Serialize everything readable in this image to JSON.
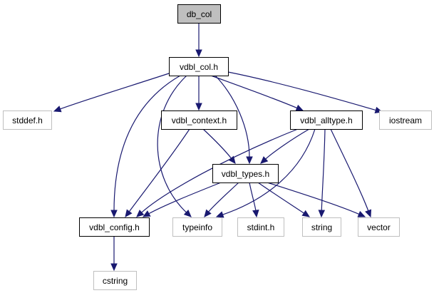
{
  "colors": {
    "edge": "#191970",
    "focus_fill": "#bfbfbf",
    "focus_border": "#000000",
    "project_border": "#000000",
    "external_border": "#bfbfbf",
    "node_fill": "#ffffff"
  },
  "nodes": [
    {
      "id": "db_col",
      "label": "db_col",
      "kind": "focus"
    },
    {
      "id": "vdbl_col_h",
      "label": "vdbl_col.h",
      "kind": "project"
    },
    {
      "id": "stddef_h",
      "label": "stddef.h",
      "kind": "external"
    },
    {
      "id": "vdbl_context_h",
      "label": "vdbl_context.h",
      "kind": "project"
    },
    {
      "id": "vdbl_alltype_h",
      "label": "vdbl_alltype.h",
      "kind": "project"
    },
    {
      "id": "iostream",
      "label": "iostream",
      "kind": "external"
    },
    {
      "id": "vdbl_types_h",
      "label": "vdbl_types.h",
      "kind": "project"
    },
    {
      "id": "vdbl_config_h",
      "label": "vdbl_config.h",
      "kind": "project"
    },
    {
      "id": "typeinfo",
      "label": "typeinfo",
      "kind": "external"
    },
    {
      "id": "stdint_h",
      "label": "stdint.h",
      "kind": "external"
    },
    {
      "id": "string",
      "label": "string",
      "kind": "external"
    },
    {
      "id": "vector",
      "label": "vector",
      "kind": "external"
    },
    {
      "id": "cstring",
      "label": "cstring",
      "kind": "external"
    }
  ],
  "edges": [
    {
      "from": "db_col",
      "to": "vdbl_col_h"
    },
    {
      "from": "vdbl_col_h",
      "to": "stddef_h"
    },
    {
      "from": "vdbl_col_h",
      "to": "vdbl_context_h"
    },
    {
      "from": "vdbl_col_h",
      "to": "vdbl_alltype_h"
    },
    {
      "from": "vdbl_col_h",
      "to": "iostream"
    },
    {
      "from": "vdbl_col_h",
      "to": "vdbl_types_h"
    },
    {
      "from": "vdbl_col_h",
      "to": "vdbl_config_h"
    },
    {
      "from": "vdbl_col_h",
      "to": "typeinfo"
    },
    {
      "from": "vdbl_context_h",
      "to": "vdbl_types_h"
    },
    {
      "from": "vdbl_context_h",
      "to": "vdbl_config_h"
    },
    {
      "from": "vdbl_alltype_h",
      "to": "vdbl_types_h"
    },
    {
      "from": "vdbl_alltype_h",
      "to": "vdbl_config_h"
    },
    {
      "from": "vdbl_alltype_h",
      "to": "typeinfo"
    },
    {
      "from": "vdbl_alltype_h",
      "to": "string"
    },
    {
      "from": "vdbl_alltype_h",
      "to": "vector"
    },
    {
      "from": "vdbl_types_h",
      "to": "vdbl_config_h"
    },
    {
      "from": "vdbl_types_h",
      "to": "typeinfo"
    },
    {
      "from": "vdbl_types_h",
      "to": "stdint_h"
    },
    {
      "from": "vdbl_types_h",
      "to": "string"
    },
    {
      "from": "vdbl_types_h",
      "to": "vector"
    },
    {
      "from": "vdbl_config_h",
      "to": "cstring"
    }
  ]
}
